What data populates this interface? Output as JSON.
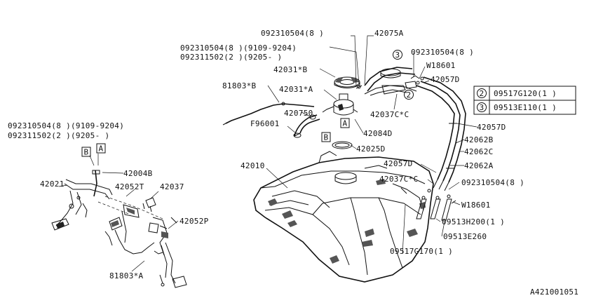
{
  "diagram_id": "A421001051",
  "labels": {
    "l01": "092310504(8 )",
    "l02": "42075A",
    "l03": "092310504(8 )(9109-9204)",
    "l04": "092311502(2 )(9205-    )",
    "l05": "092310504(8 )",
    "l06": "W18601",
    "l07": "42031*B",
    "l08": "42057D",
    "l09": "81803*B",
    "l10": "42031*A",
    "l11": "420750",
    "l12": "42037C*C",
    "l13": "42057D",
    "l14": "F96001",
    "l15": "42084D",
    "l16": "42062B",
    "l17": "42062C",
    "l18": "42025D",
    "l19": "42010",
    "l20": "42057D",
    "l21": "42062A",
    "l22": "42037C*C",
    "l23": "092310504(8 )",
    "l24": "W18601",
    "l25": "09513H200(1 )",
    "l26": "09513E260",
    "l27": "09517G170(1 )",
    "l28": "092310504(8 )(9109-9204)",
    "l29": "092311502(2 )(9205-    )",
    "l30": "42004B",
    "l31": "42021",
    "l32": "42052T",
    "l33": "42037",
    "l34": "42052P",
    "l35": "81803*A"
  },
  "callouts": {
    "a1": "A",
    "b1": "B",
    "a2": "A",
    "b2": "B",
    "c3": "3",
    "c2": "2"
  },
  "legend": {
    "row1_num": "2",
    "row1_text": "09517G120(1 )",
    "row2_num": "3",
    "row2_text": "09513E110(1 )"
  }
}
